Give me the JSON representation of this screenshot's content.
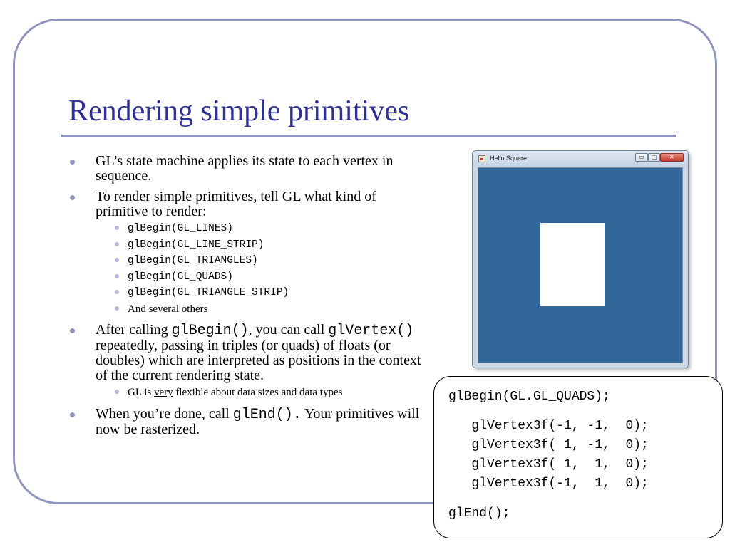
{
  "slide": {
    "title": "Rendering simple primitives",
    "bullets": {
      "b1_text": "GL’s state machine applies its state to each vertex in sequence.",
      "b2_text": "To render simple primitives, tell GL what kind of primitive to render:",
      "b2_subitems": [
        "glBegin(GL_LINES)",
        "glBegin(GL_LINE_STRIP)",
        "glBegin(GL_TRIANGLES)",
        "glBegin(GL_QUADS)",
        "glBegin(GL_TRIANGLE_STRIP)",
        "And several others"
      ],
      "b3_pre": "After calling ",
      "b3_code1": "glBegin()",
      "b3_mid": ", you can call ",
      "b3_code2": "glVertex()",
      "b3_post": " repeatedly, passing in triples (or quads) of floats (or doubles) which are interpreted as positions in the context of the current rendering state.",
      "b3_sub_pre": "GL is ",
      "b3_sub_under": "very",
      "b3_sub_post": " flexible about data sizes and data types",
      "b4_pre": "When you’re done, call ",
      "b4_code": "glEnd().",
      "b4_post": "  Your primitives will now be rasterized."
    }
  },
  "window": {
    "title": "Hello Square",
    "icons": [
      "java-app-icon",
      "minimize-icon",
      "maximize-icon",
      "close-icon"
    ],
    "minimize_glyph": "▭",
    "maximize_glyph": "□",
    "close_glyph": "✕",
    "client_color": "#336699",
    "square_color": "#ffffff"
  },
  "code": {
    "lines": [
      "glBegin(GL.GL_QUADS);",
      "   glVertex3f(-1, -1,  0);",
      "   glVertex3f( 1, -1,  0);",
      "   glVertex3f( 1,  1,  0);",
      "   glVertex3f(-1,  1,  0);",
      "glEnd();"
    ]
  },
  "colors": {
    "title": "#2e3192",
    "frame": "#8f95be",
    "bullet": "#8f95be",
    "sub_bullet": "#b3b8dd"
  }
}
